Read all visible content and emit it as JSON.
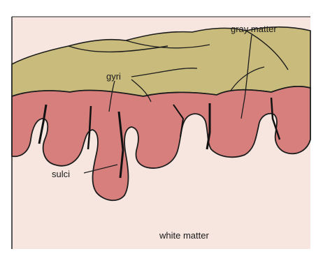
{
  "labels": {
    "gray_matter": "gray matter",
    "gyri": "gyri",
    "sulci": "sulci",
    "white_matter": "white matter"
  },
  "colors": {
    "white_matter": "#f6e6df",
    "gray_matter": "#c9bb7c",
    "cortex_inner": "#d67f7d",
    "outline": "#1c1c1c",
    "frame": "#222222"
  }
}
